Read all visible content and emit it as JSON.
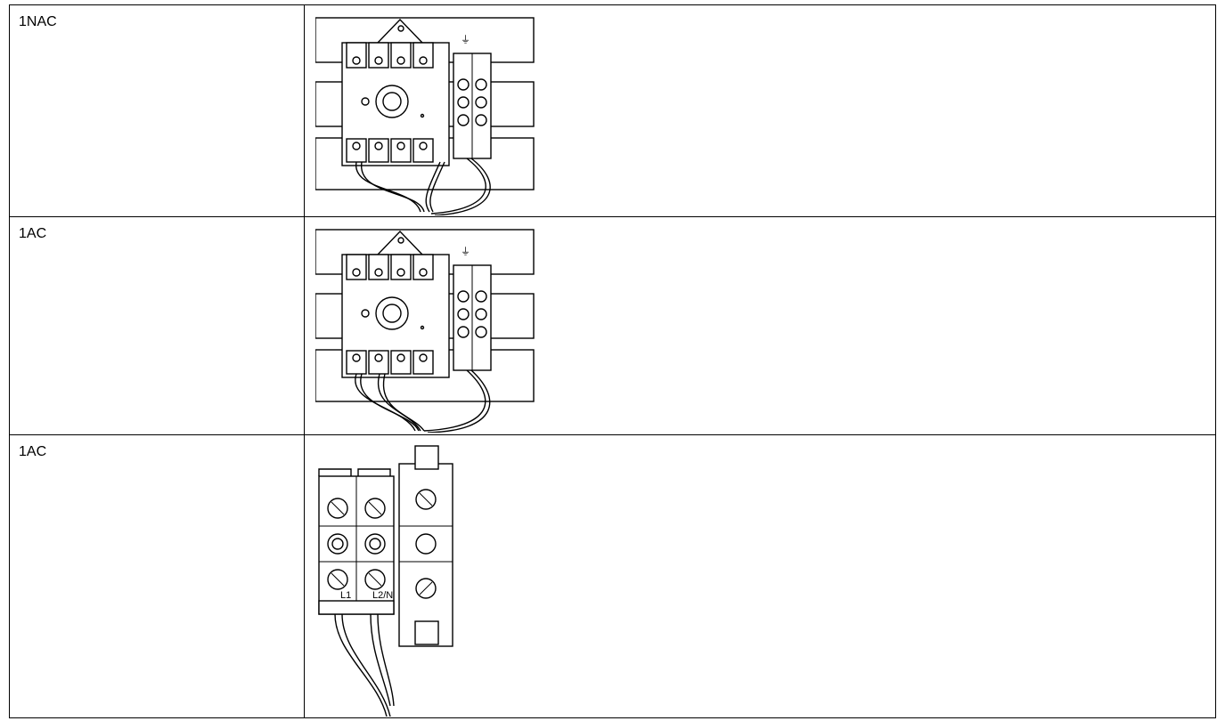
{
  "rows": [
    {
      "label": "1NAC",
      "figure": "isolator-switch-1nac-wiring"
    },
    {
      "label": "1AC",
      "figure": "isolator-switch-1ac-wiring"
    },
    {
      "label": "1AC",
      "figure": "terminal-block-1ac-wiring"
    }
  ],
  "figure_labels": {
    "terminal_l1": "L1",
    "terminal_l2n": "L2/N",
    "earth_symbol": "⏚"
  }
}
